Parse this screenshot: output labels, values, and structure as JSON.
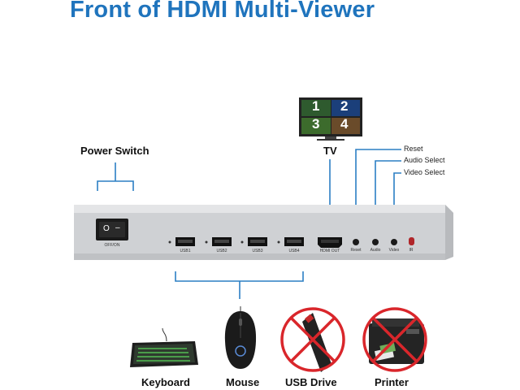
{
  "title": "Front of HDMI Multi-Viewer",
  "labels": {
    "power_switch": "Power Switch",
    "tv": "TV",
    "reset": "Reset",
    "audio_select": "Audio Select",
    "video_select": "Video Select"
  },
  "device": {
    "switch_on": "O",
    "switch_off": "–",
    "switch_label": "OFF/ON",
    "ports": [
      "USB1",
      "USB2",
      "USB3",
      "USB4"
    ],
    "hdmi_out": "HDMI OUT",
    "reset": "Reset",
    "audio": "Audio",
    "video": "Video",
    "ir": "IR"
  },
  "tv_quadrants": [
    "1",
    "2",
    "3",
    "4"
  ],
  "peripherals": [
    "Keyboard",
    "Mouse",
    "USB Drive",
    "Printer"
  ],
  "colors": {
    "title": "#1f74bd",
    "connector": "#2b7fc4",
    "forbidden": "#d9262b",
    "panel": "#c9cbce",
    "panel_light": "#e6e7e9"
  }
}
